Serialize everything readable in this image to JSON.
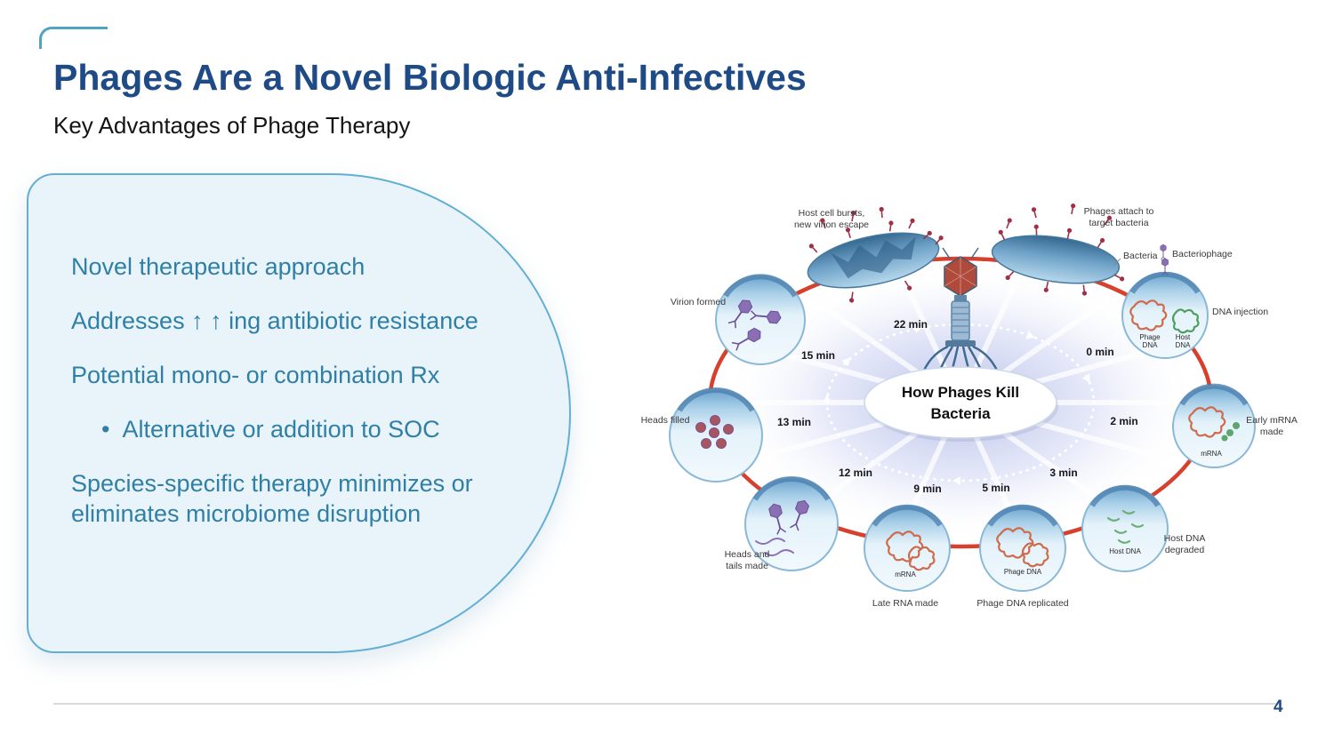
{
  "slide": {
    "title": "Phages Are a Novel Biologic Anti-Infectives",
    "subtitle": "Key Advantages of Phage Therapy",
    "page_number": "4"
  },
  "panel": {
    "bullet_char": "•",
    "items": [
      "Novel therapeutic approach",
      "Addresses ↑ ↑ ing antibiotic resistance",
      "Potential mono- or combination Rx",
      "Alternative or addition to SOC",
      "Species-specific therapy minimizes or eliminates microbiome disruption"
    ]
  },
  "diagram": {
    "center_title_line1": "How Phages Kill",
    "center_title_line2": "Bacteria",
    "times": [
      "0 min",
      "2 min",
      "3 min",
      "5 min",
      "9 min",
      "12 min",
      "13 min",
      "15 min",
      "22 min"
    ],
    "captions": {
      "host_cell_bursts_1": "Host cell bursts,",
      "host_cell_bursts_2": "new virion escape",
      "phages_attach_1": "Phages attach to",
      "phages_attach_2": "target bacteria",
      "bacteria": "Bacteria",
      "bacteriophage": "Bacteriophage",
      "dna_injection": "DNA injection",
      "early_mrna_1": "Early mRNA",
      "early_mrna_2": "made",
      "host_dna_degraded_1": "Host DNA",
      "host_dna_degraded_2": "degraded",
      "phage_dna_replicated": "Phage DNA replicated",
      "late_rna_made": "Late RNA made",
      "heads_tails_1": "Heads and",
      "heads_tails_2": "tails made",
      "heads_filled": "Heads filled",
      "virion_formed": "Virion formed"
    },
    "node_labels": {
      "phage": "Phage",
      "host": "Host",
      "dna": "DNA",
      "mrna": "mRNA",
      "host_dna": "Host DNA",
      "phage_dna": "Phage DNA"
    }
  },
  "colors": {
    "title_blue": "#1e4b86",
    "body_teal": "#2f7fa6",
    "panel_fill": "#e9f4fa",
    "panel_border": "#63aed3",
    "ring_red": "#d8402e"
  }
}
